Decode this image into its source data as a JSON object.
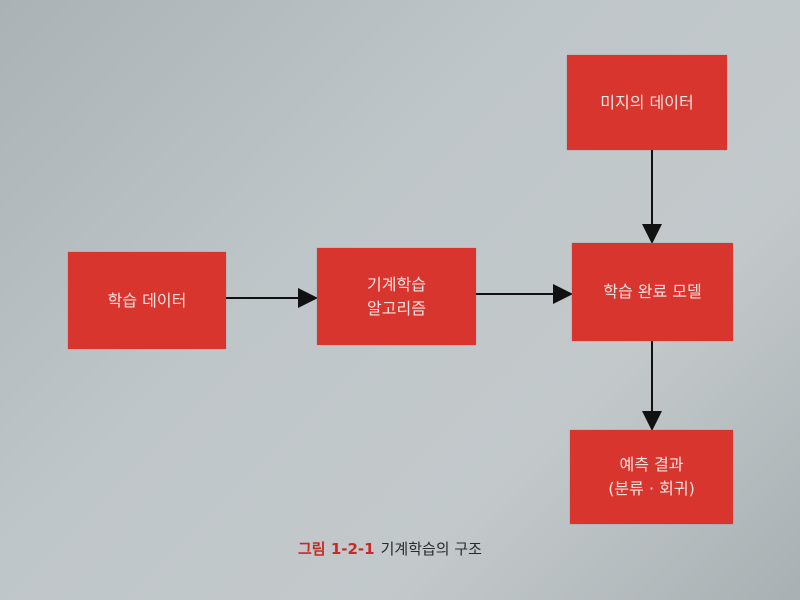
{
  "diagram": {
    "nodes": {
      "training_data": "학습 데이터",
      "ml_algorithm_line1": "기계학습",
      "ml_algorithm_line2": "알고리즘",
      "trained_model": "학습 완료 모델",
      "unseen_data": "미지의 데이터",
      "prediction_line1": "예측 결과",
      "prediction_line2": "(분류 · 회귀)"
    },
    "edges": [
      [
        "학습 데이터",
        "기계학습 알고리즘"
      ],
      [
        "기계학습 알고리즘",
        "학습 완료 모델"
      ],
      [
        "미지의 데이터",
        "학습 완료 모델"
      ],
      [
        "학습 완료 모델",
        "예측 결과 (분류 · 회귀)"
      ]
    ],
    "colors": {
      "box": "#d8352f",
      "caption_number": "#c42a28"
    }
  },
  "caption": {
    "number": "그림 1-2-1",
    "text": "기계학습의 구조"
  }
}
